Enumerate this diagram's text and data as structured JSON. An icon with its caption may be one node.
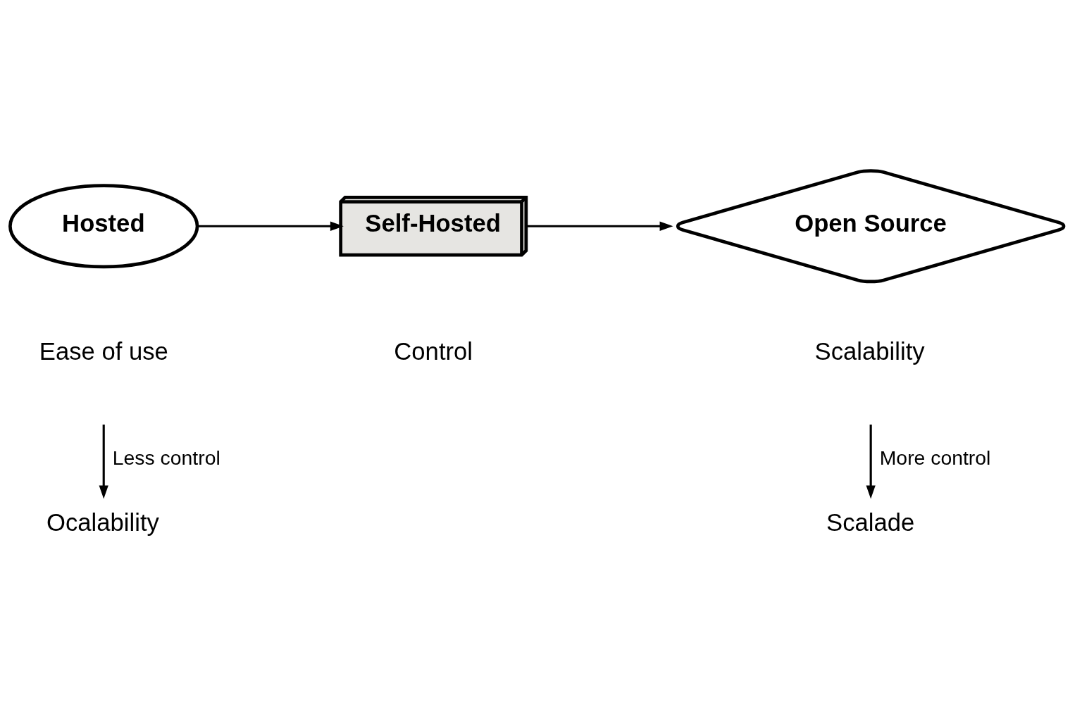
{
  "diagram": {
    "nodes": [
      {
        "text": [
          "Hosted"
        ],
        "beside": [
          "Ease of use"
        ]
      },
      {
        "text": [
          "Self-Hosted"
        ],
        "beside": [
          "Control"
        ]
      },
      {
        "text": [
          "Open Source"
        ],
        "beside": [
          "Scalability"
        ]
      },
      {
        "text": [
          "Ocalability"
        ]
      },
      {
        "text": [
          "Scalade"
        ]
      }
    ],
    "edges": [
      {
        "from": 0,
        "to": 1,
        "arrow": "to"
      },
      {
        "from": 1,
        "to": 2,
        "arrow": "to"
      },
      {
        "from": null,
        "to": 3,
        "arrow": "to",
        "label": "Less control"
      },
      {
        "from": null,
        "to": 4,
        "arrow": "to",
        "label": "More control"
      }
    ]
  }
}
